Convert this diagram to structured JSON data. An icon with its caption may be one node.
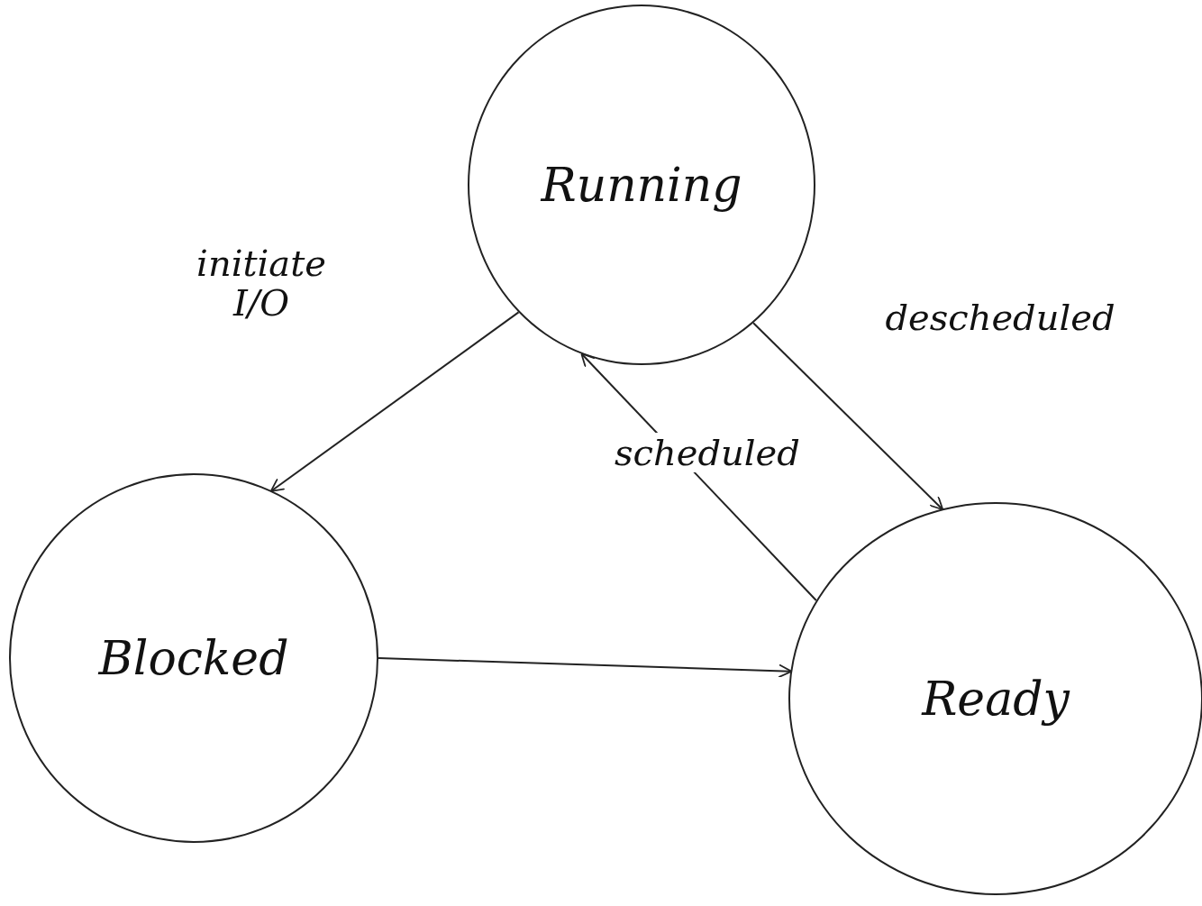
{
  "diagram": {
    "nodes": [
      {
        "text": [
          "Running"
        ]
      },
      {
        "text": [
          "Blocked"
        ]
      },
      {
        "text": [
          "Ready"
        ]
      }
    ],
    "edges": [
      {
        "from": 0,
        "to": 1,
        "arrow": "to",
        "label": "initiate I/O"
      },
      {
        "from": 0,
        "to": 2,
        "arrow": "to",
        "label": "descheduled"
      },
      {
        "from": 2,
        "to": 0,
        "arrow": "to",
        "label": "scheduled"
      },
      {
        "from": 1,
        "to": 2,
        "arrow": "to"
      }
    ]
  }
}
